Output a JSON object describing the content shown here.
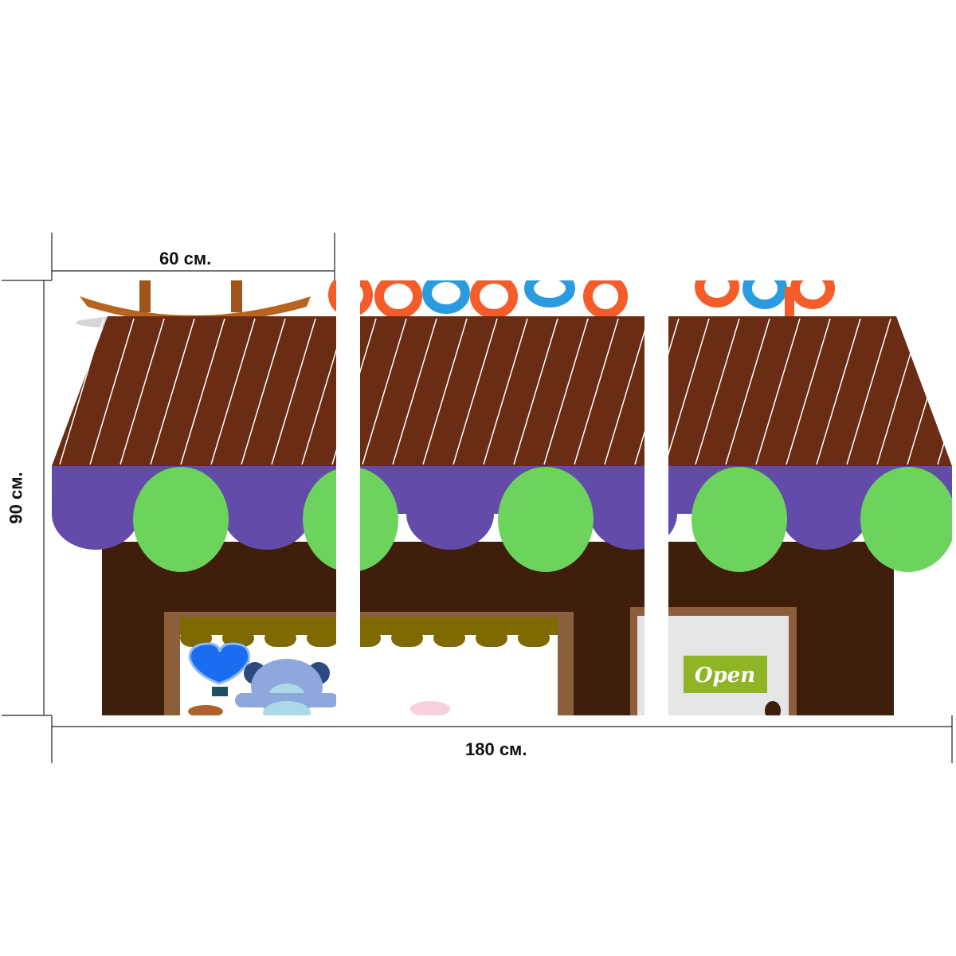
{
  "dimensions": {
    "panel_width": "60 см.",
    "height": "90 см.",
    "total_width": "180 см."
  },
  "scene": {
    "door_sign": "Open"
  },
  "colors": {
    "roof": "#6b2c14",
    "awning": "#634ba9",
    "awning_dots": "#6cd35c",
    "building": "#3f1f0c",
    "frame": "#8b5e3c",
    "window_awning": "#7f6a00",
    "sign": "#8db524",
    "title_orange": "#f45d2a",
    "title_blue": "#2b9be0"
  }
}
